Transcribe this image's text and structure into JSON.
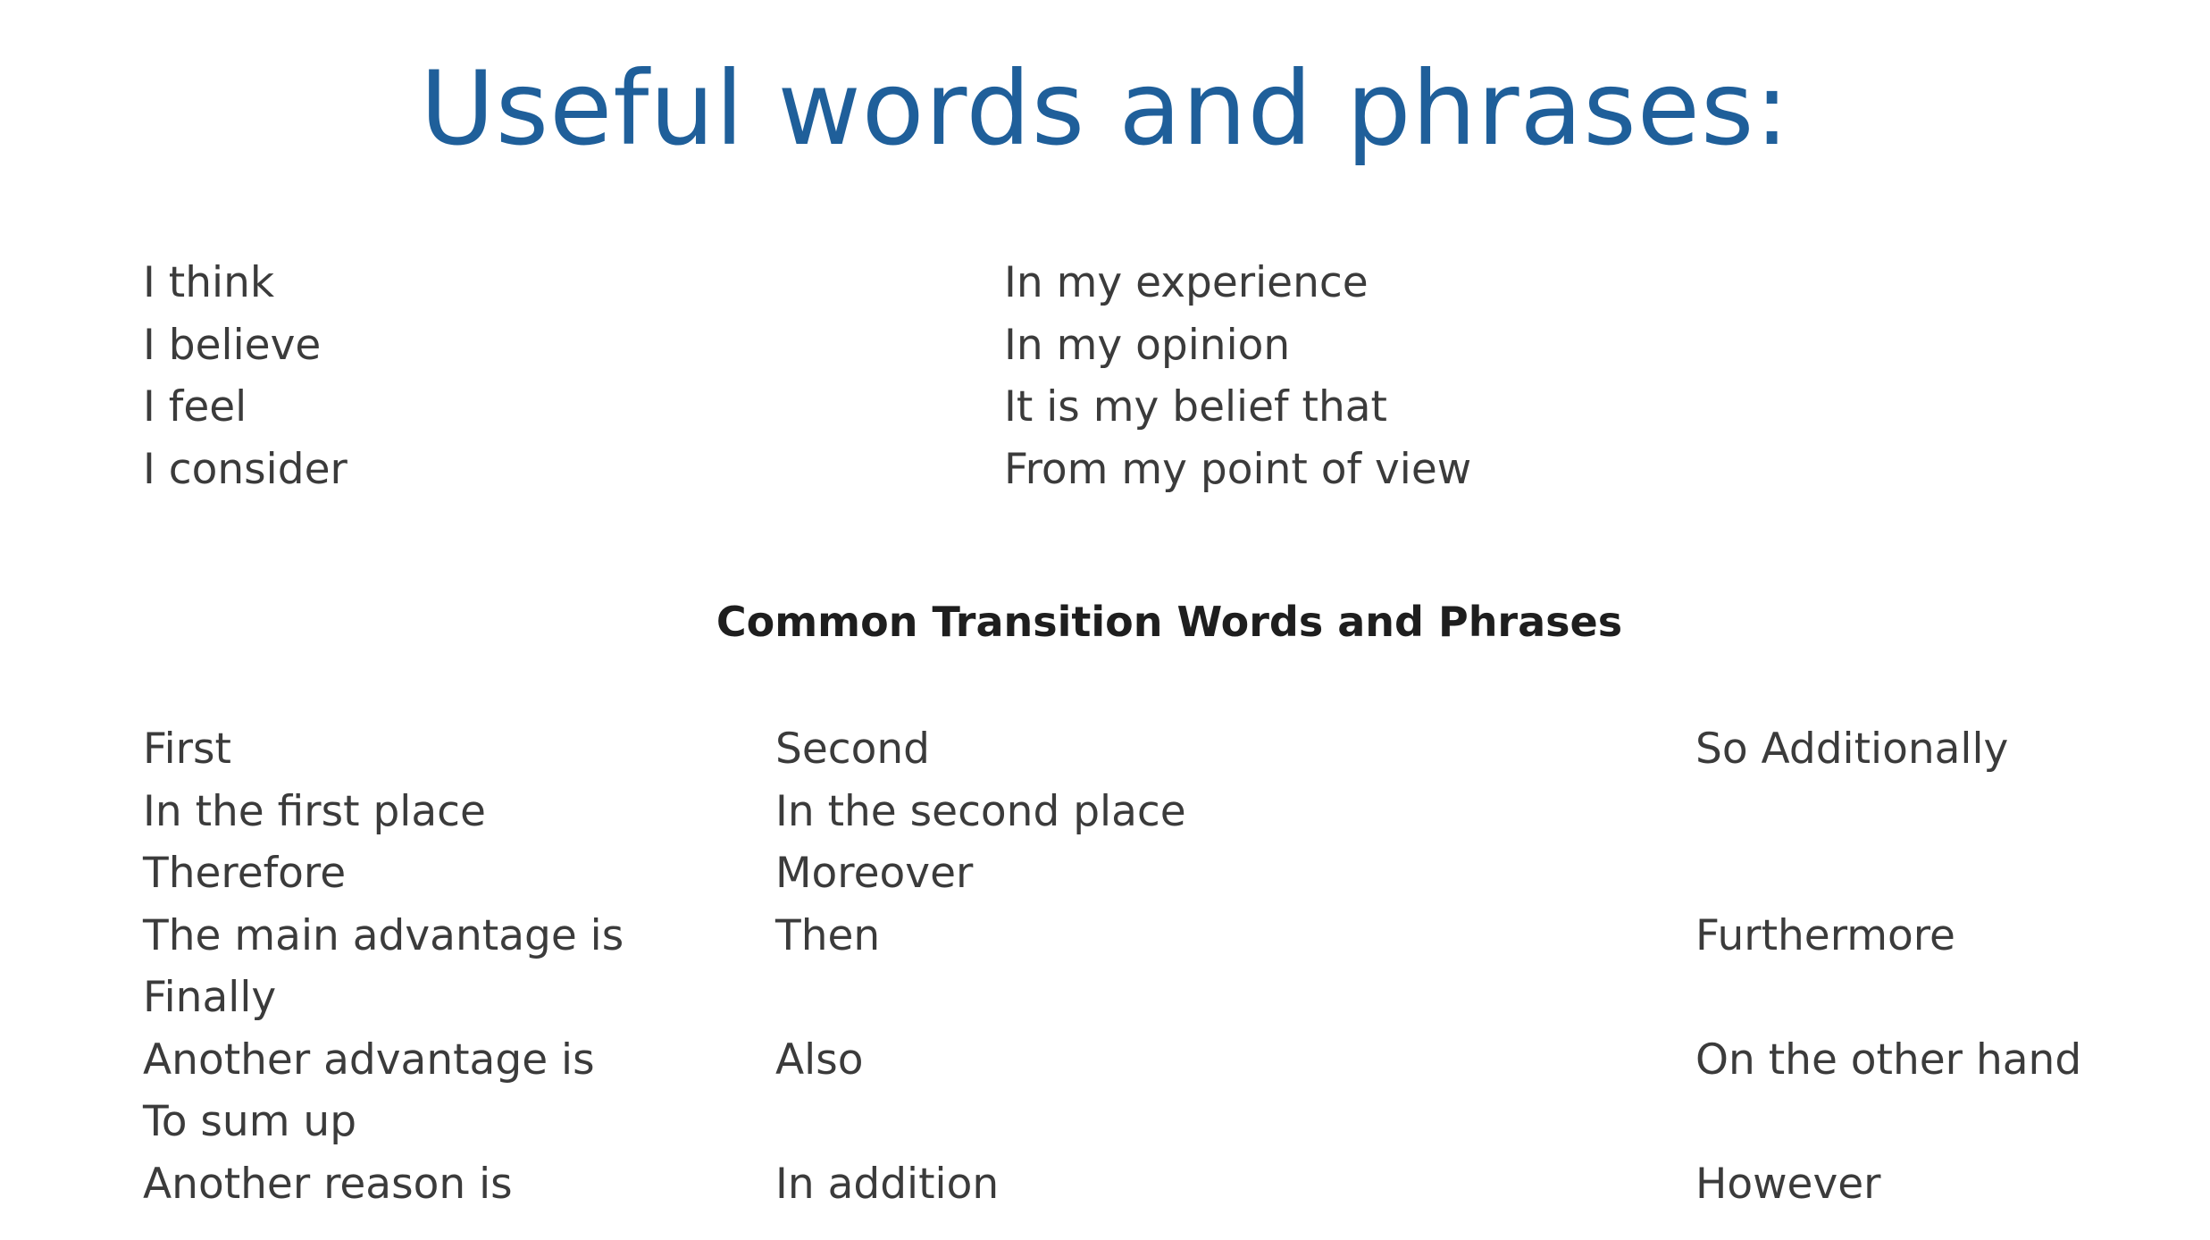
{
  "title": "Useful words and phrases:",
  "opinion_phrases": {
    "left": [
      "I think",
      "I believe",
      "I feel",
      "I consider"
    ],
    "right": [
      "In my experience",
      "In my opinion",
      "It is my belief that",
      "From my point of view"
    ]
  },
  "transitions": {
    "heading": "Common Transition Words and Phrases",
    "column1": [
      "First",
      "In the first place",
      "Therefore",
      "The main advantage is",
      "Finally",
      "Another advantage is",
      "To sum up",
      "Another reason is"
    ],
    "column2": [
      "Second",
      "In the second place",
      "Moreover",
      "Then",
      "",
      "Also",
      "",
      "In addition"
    ],
    "column3": [
      "So Additionally",
      "",
      "",
      "Furthermore",
      "",
      "On the other hand",
      "",
      "However"
    ]
  },
  "colors": {
    "title": "#1f5f9a",
    "body_text": "#3b3b3b",
    "heading_text": "#1e1e1e",
    "background": "#ffffff"
  }
}
